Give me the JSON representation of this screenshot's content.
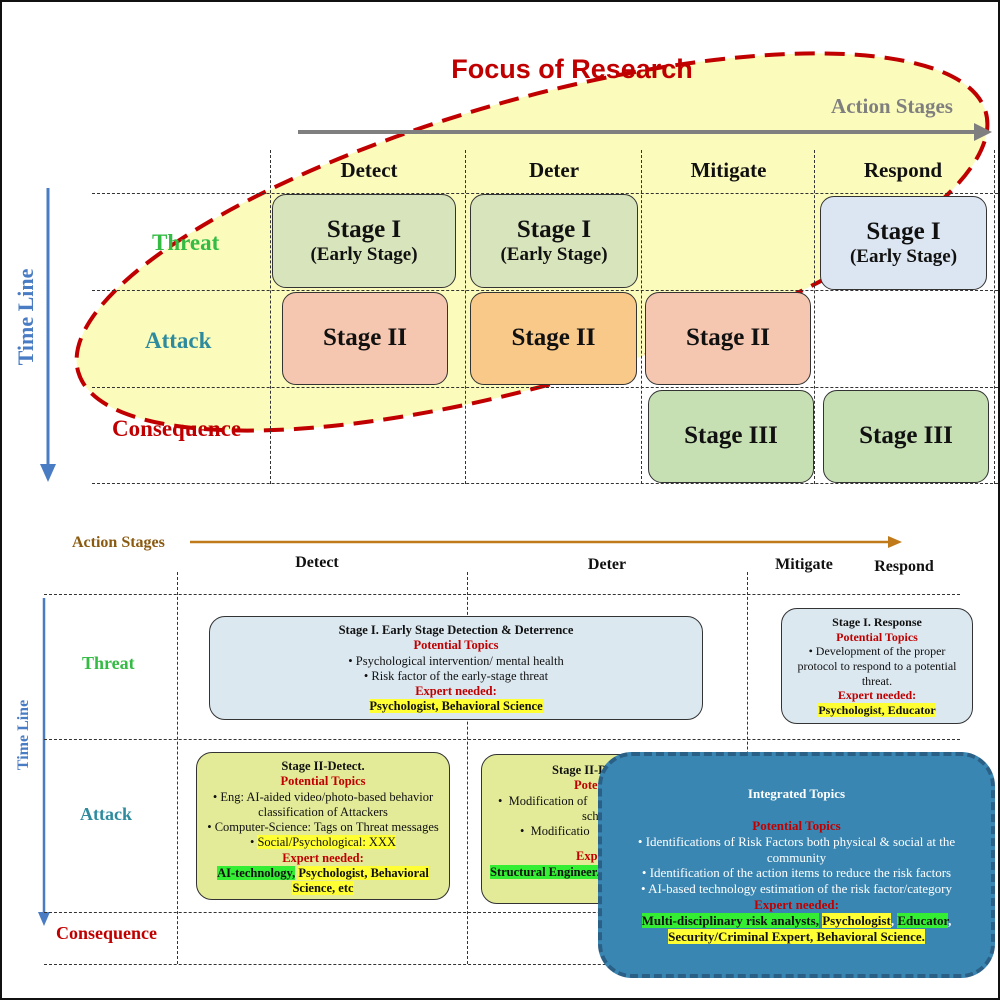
{
  "top": {
    "focus_title": "Focus of Research",
    "action_stages_label": "Action Stages",
    "timeline_label": "Time Line",
    "columns": [
      "Detect",
      "Deter",
      "Mitigate",
      "Respond"
    ],
    "rows": [
      "Threat",
      "Attack",
      "Consequence"
    ],
    "stage1_title": "Stage I",
    "stage1_sub": "(Early Stage)",
    "stage2_title": "Stage II",
    "stage3_title": "Stage III"
  },
  "bottom": {
    "action_stages_label": "Action Stages",
    "timeline_label": "Time Line",
    "columns": [
      "Detect",
      "Deter",
      "Mitigate",
      "Respond"
    ],
    "rows": [
      "Threat",
      "Attack",
      "Consequence"
    ],
    "card_early": {
      "title": "Stage I. Early Stage Detection & Deterrence",
      "topics_label": "Potential Topics",
      "items": [
        "Psychological intervention/ mental health",
        "Risk factor of the early-stage threat"
      ],
      "expert_label": "Expert needed:",
      "experts": "Psychologist, Behavioral Science"
    },
    "card_response": {
      "title": "Stage I. Response",
      "topics_label": "Potential Topics",
      "item": "Development of the proper protocol to respond to a potential threat.",
      "expert_label": "Expert needed:",
      "experts": "Psychologist, Educator"
    },
    "card_detect": {
      "title": "Stage II-Detect.",
      "topics_label": "Potential Topics",
      "item1": "Eng: AI-aided video/photo-based behavior classification of Attackers",
      "item2": "Computer-Science: Tags on Threat messages",
      "item3": "Social/Psychological: XXX",
      "expert_label": "Expert needed:",
      "expert_a": "AI-technology,",
      "expert_b": "Psychologist, Behavioral Science, etc"
    },
    "card_deter": {
      "title": "Stage II-D",
      "topics_label": "Poten",
      "item1": "Modification of",
      "item1b": "scho",
      "item2": "Modificatio",
      "expert_label": "Expe",
      "experts": "Structural Engineer/"
    },
    "card_integrated": {
      "title": "Integrated Topics",
      "topics_label": "Potential Topics",
      "items": [
        "Identifications of Risk Factors both physical & social at the community",
        "Identification of the action items to reduce the risk factors",
        "AI-based technology estimation of the risk factor/category"
      ],
      "expert_label": "Expert needed:",
      "expert_1": "Multi-disciplinary risk analysts,",
      "expert_2": "Psychologist",
      "expert_3": "Educator",
      "expert_4": "Security/Criminal Expert, Behavioral Science."
    }
  },
  "colors": {
    "focus_red": "#c00000",
    "threat_green": "#33bb44",
    "attack_teal": "#2e8b9e",
    "consequence_red": "#c00000",
    "timeline_blue": "#4a7cc4",
    "stage1_green": "#d8e4bc",
    "stage1_blue": "#dce6f2",
    "stage2_salmon": "#f6c7b0",
    "stage2_orange": "#f9c98a",
    "stage3_green": "#c6e0b4",
    "card_blue": "#dbe8f0",
    "card_yellowgreen": "#e3eb99",
    "integrated_blue": "#3a86b2",
    "ellipse_yellow": "#fafab0"
  }
}
